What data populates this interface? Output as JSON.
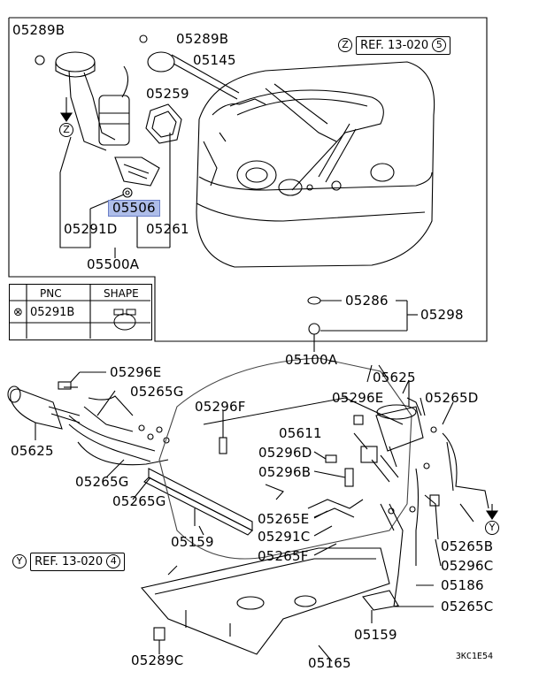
{
  "labels": {
    "p05289B_top": "05289B",
    "p05289B_mid": "05289B",
    "p05145": "05145",
    "p05259": "05259",
    "p05506": "05506",
    "p05291D": "05291D",
    "p05261": "05261",
    "p05500A": "05500A",
    "p05286": "05286",
    "p05298": "05298",
    "p05100A": "05100A",
    "p05296E_a": "05296E",
    "p05265G_a": "05265G",
    "p05625_l": "05625",
    "p05265G_b": "05265G",
    "p05265G_c": "05265G",
    "p05296F": "05296F",
    "p05159_a": "05159",
    "p05625_r": "05625",
    "p05296E_b": "05296E",
    "p05265D": "05265D",
    "p05611": "05611",
    "p05296D": "05296D",
    "p05296B": "05296B",
    "p05265E": "05265E",
    "p05291C": "05291C",
    "p05265F": "05265F",
    "p05265B": "05265B",
    "p05296C": "05296C",
    "p05186": "05186",
    "p05265C": "05265C",
    "p05159_b": "05159",
    "p05289C": "05289C",
    "p05165": "05165"
  },
  "ref_z": {
    "marker": "Z",
    "text": "REF. 13-020",
    "num": "5"
  },
  "ref_y": {
    "marker": "Y",
    "text": "REF. 13-020",
    "num": "4"
  },
  "arrow_z": "Z",
  "arrow_y": "Y",
  "table": {
    "headers": [
      "PNC",
      "SHAPE"
    ],
    "row_symbol": "⊗",
    "row_pnc": "05291B"
  },
  "diagram_code": "3KC1E54",
  "highlight_color": "#aebde9"
}
